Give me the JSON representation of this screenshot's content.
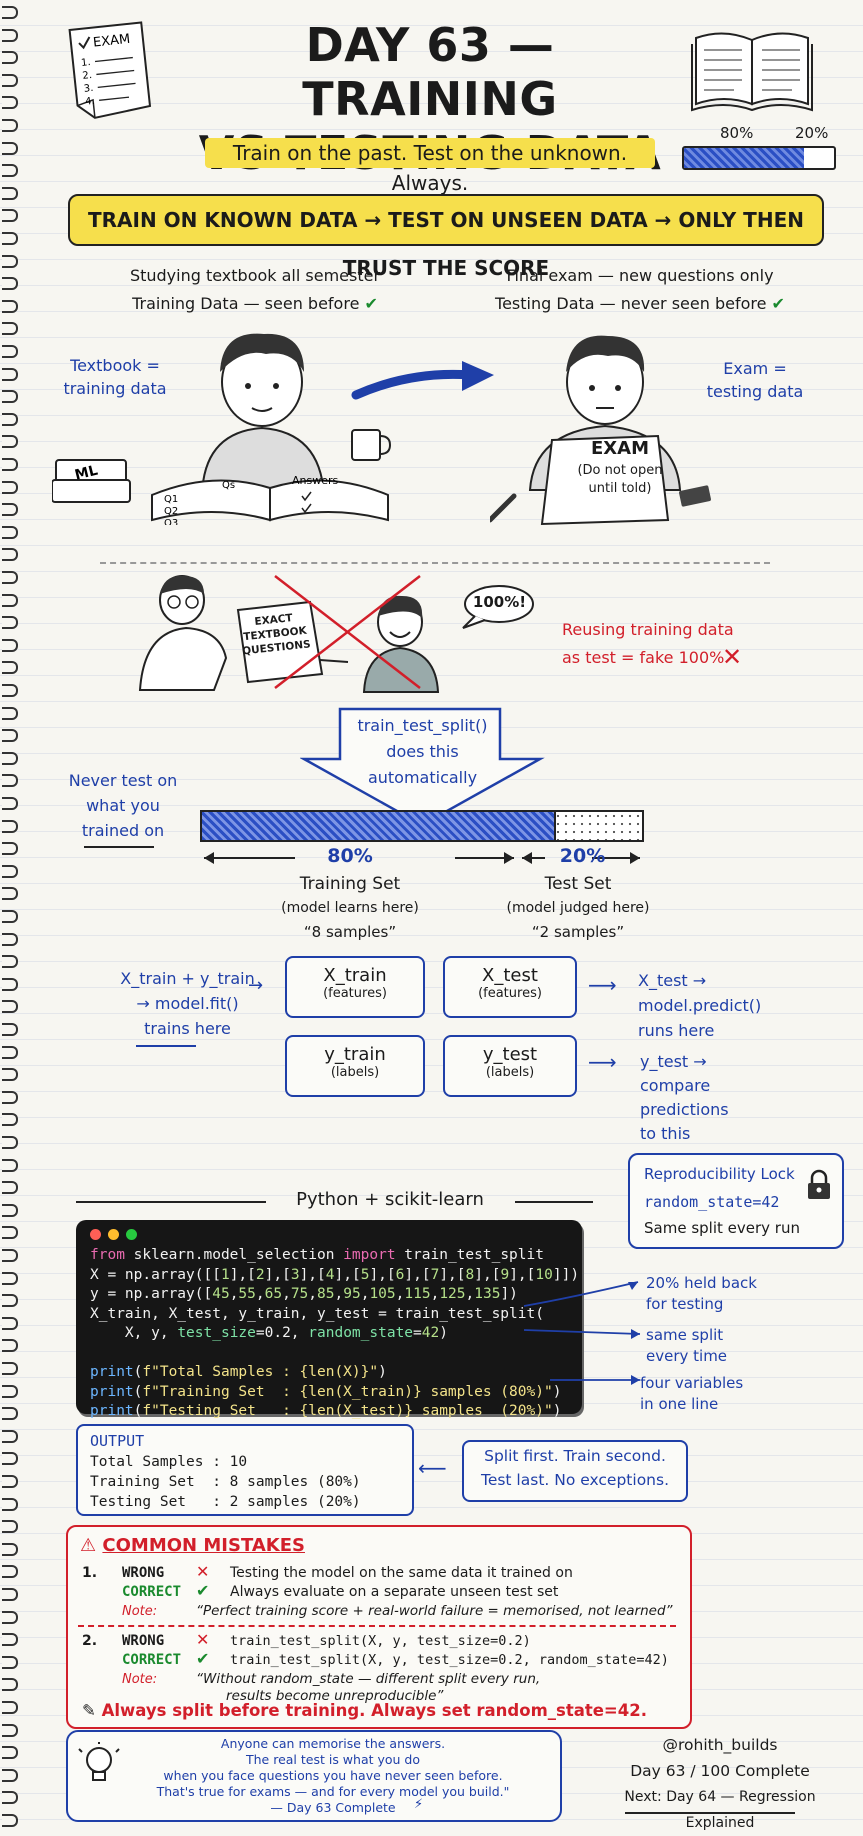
{
  "title": {
    "line1": "DAY 63 — TRAINING",
    "line2": "VS TESTING DATA"
  },
  "subtitle": "Train on the past. Test on the unknown. Always.",
  "exam_icon": {
    "title": "EXAM",
    "items": [
      "1.",
      "2.",
      "3.",
      "4."
    ]
  },
  "split_bar_top": {
    "train_pct": "80%",
    "test_pct": "20%"
  },
  "banner": "TRAIN ON KNOWN DATA → TEST ON UNSEEN DATA → ONLY THEN TRUST THE SCORE",
  "study_panel": {
    "caption1": "Studying textbook all semester",
    "caption2": "Training Data — seen before",
    "side_note": "Textbook =\ntraining data",
    "book_label": "ML",
    "page_heads": [
      "Qs",
      "Answers"
    ],
    "page_rows": [
      "Q1",
      "Q2",
      "Q3"
    ]
  },
  "exam_panel": {
    "caption1": "Final exam — new questions only",
    "caption2": "Testing Data — never seen before",
    "side_note": "Exam =\ntesting data",
    "sheet_title": "EXAM",
    "sheet_note": "(Do not open\nuntil told)"
  },
  "cheat_panel": {
    "sign": "EXACT\nTEXTBOOK\nQUESTIONS",
    "bubble": "100%!",
    "warning": "Reusing training data\nas test = fake 100%"
  },
  "split_arrow": {
    "text": "train_test_split()\ndoes this\nautomatically"
  },
  "never_note": "Never test on\nwhat you\ntrained on",
  "split_bar": {
    "train_fraction": 0.8,
    "train_pct": "80%",
    "test_pct": "20%",
    "train_label": "Training Set",
    "train_sub": "(model learns here)",
    "train_count": "“8 samples”",
    "test_label": "Test Set",
    "test_sub": "(model judged here)",
    "test_count": "“2 samples”"
  },
  "variables": {
    "left_note": "X_train + y_train\n→ model.fit()\ntrains here",
    "boxes": [
      {
        "name": "X_train",
        "kind": "(features)"
      },
      {
        "name": "X_test",
        "kind": "(features)"
      },
      {
        "name": "y_train",
        "kind": "(labels)"
      },
      {
        "name": "y_test",
        "kind": "(labels)"
      }
    ],
    "right_note_1": "X_test →\nmodel.predict()\nruns here",
    "right_note_2": "y_test →\ncompare\npredictions\nto this"
  },
  "repro_box": {
    "title": "Reproducibility Lock",
    "line1": "random_state=42",
    "line2": "Same split every run"
  },
  "code_header": "Python + scikit-learn",
  "code_lines": [
    "from sklearn.model_selection import train_test_split",
    "X = np.array([[1],[2],[3],[4],[5],[6],[7],[8],[9],[10]])",
    "y = np.array([45,55,65,75,85,95,105,115,125,135])",
    "X_train, X_test, y_train, y_test = train_test_split(",
    "    X, y, test_size=0.2, random_state=42)",
    "",
    "print(f\"Total Samples : {len(X)}\")",
    "print(f\"Training Set  : {len(X_train)} samples (80%)\")",
    "print(f\"Testing Set   : {len(X_test)} samples  (20%)\")"
  ],
  "code_notes": [
    "20% held back\nfor testing",
    "same split\nevery time",
    "four variables\nin one line"
  ],
  "output": {
    "title": "OUTPUT",
    "lines": [
      "Total Samples : 10",
      "Training Set  : 8 samples (80%)",
      "Testing Set   : 2 samples (20%)"
    ]
  },
  "rule_box": "Split first. Train second.\nTest last. No exceptions.",
  "mistakes": {
    "title": "COMMON MISTAKES",
    "items": [
      {
        "num": "1.",
        "wrong_label": "WRONG",
        "wrong": "Testing the model on the same data it trained on",
        "correct_label": "CORRECT",
        "correct": "Always evaluate on a separate unseen test set",
        "note_label": "Note:",
        "note": "“Perfect training score + real-world failure = memorised, not learned”"
      },
      {
        "num": "2.",
        "wrong_label": "WRONG",
        "wrong": "train_test_split(X, y, test_size=0.2)",
        "correct_label": "CORRECT",
        "correct": "train_test_split(X, y, test_size=0.2, random_state=42)",
        "note_label": "Note:",
        "note": "“Without random_state — different split every run,\n       results become unreproducible”"
      }
    ],
    "footer": "Always split before training. Always set random_state=42."
  },
  "quote": "Anyone can memorise the answers.\nThe real test is what you do\nwhen you face questions you have never seen before.\nThat's true for exams — and for every model you build.\"\n— Day 63 Complete",
  "signoff": {
    "handle": "@rohith_builds",
    "progress": "Day 63 / 100 Complete",
    "next": "Next: Day 64 — Regression Explained"
  },
  "colors": {
    "accent_blue": "#1f3fa8",
    "highlight_yellow": "#f6df4c",
    "warning_red": "#d21f2a",
    "check_green": "#1a8a2e",
    "code_bg": "#161616"
  },
  "icons": [
    "exam-sheet-icon",
    "open-book-icon",
    "check-icon",
    "cross-icon",
    "warning-icon",
    "lock-icon",
    "pencil-icon",
    "lightbulb-icon",
    "lightning-icon"
  ]
}
